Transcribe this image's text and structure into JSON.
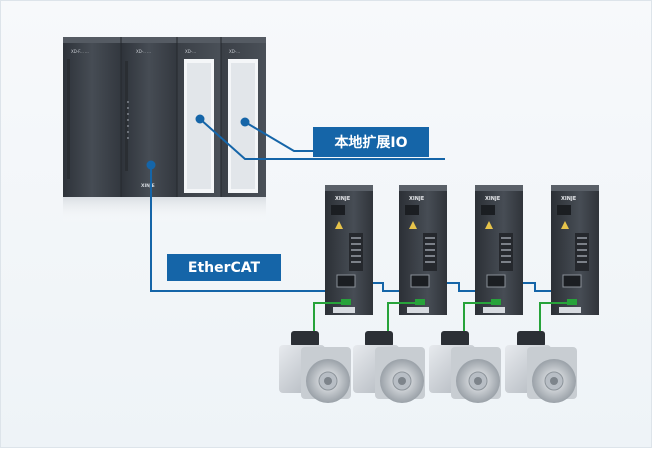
{
  "labels": {
    "local_io": "本地扩展IO",
    "ethercat": "EtherCAT"
  },
  "plc": {
    "module_labels": [
      "XD-F... ...",
      "XD-.. ...",
      "XD-...",
      "XD-..."
    ],
    "brand": "XINJE"
  },
  "drives": {
    "count": 4,
    "brand": "XINJE"
  },
  "motors": {
    "count": 4
  },
  "colors": {
    "label_bg": "#1565a8",
    "bus_line": "#1565a8",
    "encoder_line": "#27a33a",
    "module_dark": "#3b4047"
  }
}
